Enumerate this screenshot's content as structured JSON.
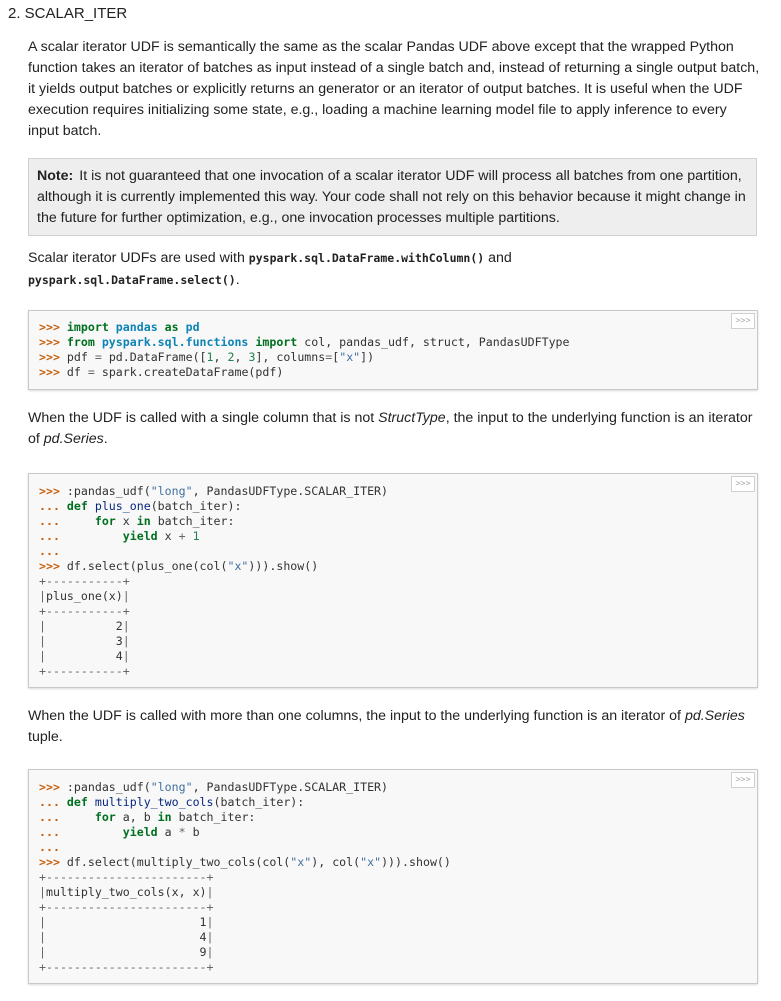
{
  "heading": "2. SCALAR_ITER",
  "intro_paragraph": "A scalar iterator UDF is semantically the same as the scalar Pandas UDF above except that the wrapped Python function takes an iterator of batches as input instead of a single batch and, instead of returning a single output batch, it yields output batches or explicitly returns an generator or an iterator of output batches. It is useful when the UDF execution requires initializing some state, e.g., loading a machine learning model file to apply inference to every input batch.",
  "note": {
    "label": "Note:",
    "text": "It is not guaranteed that one invocation of a scalar iterator UDF will process all batches from one partition, although it is currently implemented this way. Your code shall not rely on this behavior because it might change in the future for further optimization, e.g., one invocation processes multiple partitions."
  },
  "usage": {
    "prefix": "Scalar iterator UDFs are used with",
    "code1": "pyspark.sql.DataFrame.withColumn()",
    "joiner": "and",
    "code2": "pyspark.sql.DataFrame.select()",
    "suffix": "."
  },
  "copy_button_label": ">>>",
  "single_column": {
    "prefix": "When the UDF is called with a single column that is not",
    "type1": "StructType",
    "middle": ", the input to the underlying function is an iterator of",
    "type2": "pd.Series",
    "suffix": "."
  },
  "multi_column": {
    "prefix": "When the UDF is called with more than one columns, the input to the underlying function is an iterator of",
    "type1": "pd.Series",
    "suffix": "tuple."
  },
  "code_blocks": [
    [
      [
        [
          "p",
          ">>> "
        ],
        [
          "k",
          "import "
        ],
        [
          "n",
          "pandas "
        ],
        [
          "k",
          "as "
        ],
        [
          "n",
          "pd"
        ]
      ],
      [
        [
          "p",
          ">>> "
        ],
        [
          "k",
          "from "
        ],
        [
          "n",
          "pyspark.sql.functions "
        ],
        [
          "k",
          "import "
        ],
        [
          "t",
          "col, pandas_udf, struct, PandasUDFType"
        ]
      ],
      [
        [
          "p",
          ">>> "
        ],
        [
          "t",
          "pdf "
        ],
        [
          "o",
          "= "
        ],
        [
          "t",
          "pd.DataFrame(["
        ],
        [
          "num",
          "1"
        ],
        [
          "t",
          ", "
        ],
        [
          "num",
          "2"
        ],
        [
          "t",
          ", "
        ],
        [
          "num",
          "3"
        ],
        [
          "t",
          "], columns"
        ],
        [
          "o",
          "="
        ],
        [
          "t",
          "["
        ],
        [
          "s",
          "\"x\""
        ],
        [
          "t",
          "])"
        ]
      ],
      [
        [
          "p",
          ">>> "
        ],
        [
          "t",
          "df "
        ],
        [
          "o",
          "= "
        ],
        [
          "t",
          "spark.createDataFrame(pdf)"
        ]
      ]
    ],
    [
      [
        [
          "p",
          ">>> "
        ],
        [
          "t",
          ":pandas_udf("
        ],
        [
          "s",
          "\"long\""
        ],
        [
          "t",
          ", PandasUDFType.SCALAR_ITER)"
        ]
      ],
      [
        [
          "p",
          "... "
        ],
        [
          "k",
          "def "
        ],
        [
          "f",
          "plus_one"
        ],
        [
          "t",
          "(batch_iter):"
        ]
      ],
      [
        [
          "p",
          "...     "
        ],
        [
          "k",
          "for "
        ],
        [
          "t",
          "x "
        ],
        [
          "k",
          "in "
        ],
        [
          "t",
          "batch_iter:"
        ]
      ],
      [
        [
          "p",
          "...         "
        ],
        [
          "k",
          "yield "
        ],
        [
          "t",
          "x "
        ],
        [
          "o",
          "+ "
        ],
        [
          "num",
          "1"
        ]
      ],
      [
        [
          "p",
          "..."
        ]
      ],
      [
        [
          "p",
          ">>> "
        ],
        [
          "t",
          "df.select(plus_one(col("
        ],
        [
          "s",
          "\"x\""
        ],
        [
          "t",
          "))).show()"
        ]
      ],
      [
        [
          "o",
          "+-----------+"
        ]
      ],
      [
        [
          "o",
          "|"
        ],
        [
          "t",
          "plus_one(x)"
        ],
        [
          "o",
          "|"
        ]
      ],
      [
        [
          "o",
          "+-----------+"
        ]
      ],
      [
        [
          "o",
          "|          "
        ],
        [
          "t",
          "2"
        ],
        [
          "o",
          "|"
        ]
      ],
      [
        [
          "o",
          "|          "
        ],
        [
          "t",
          "3"
        ],
        [
          "o",
          "|"
        ]
      ],
      [
        [
          "o",
          "|          "
        ],
        [
          "t",
          "4"
        ],
        [
          "o",
          "|"
        ]
      ],
      [
        [
          "o",
          "+-----------+"
        ]
      ]
    ],
    [
      [
        [
          "p",
          ">>> "
        ],
        [
          "t",
          ":pandas_udf("
        ],
        [
          "s",
          "\"long\""
        ],
        [
          "t",
          ", PandasUDFType.SCALAR_ITER)"
        ]
      ],
      [
        [
          "p",
          "... "
        ],
        [
          "k",
          "def "
        ],
        [
          "f",
          "multiply_two_cols"
        ],
        [
          "t",
          "(batch_iter):"
        ]
      ],
      [
        [
          "p",
          "...     "
        ],
        [
          "k",
          "for "
        ],
        [
          "t",
          "a, b "
        ],
        [
          "k",
          "in "
        ],
        [
          "t",
          "batch_iter:"
        ]
      ],
      [
        [
          "p",
          "...         "
        ],
        [
          "k",
          "yield "
        ],
        [
          "t",
          "a "
        ],
        [
          "o",
          "* "
        ],
        [
          "t",
          "b"
        ]
      ],
      [
        [
          "p",
          "..."
        ]
      ],
      [
        [
          "p",
          ">>> "
        ],
        [
          "t",
          "df.select(multiply_two_cols(col("
        ],
        [
          "s",
          "\"x\""
        ],
        [
          "t",
          "), col("
        ],
        [
          "s",
          "\"x\""
        ],
        [
          "t",
          "))).show()"
        ]
      ],
      [
        [
          "o",
          "+-----------------------+"
        ]
      ],
      [
        [
          "o",
          "|"
        ],
        [
          "t",
          "multiply_two_cols(x, x)"
        ],
        [
          "o",
          "|"
        ]
      ],
      [
        [
          "o",
          "+-----------------------+"
        ]
      ],
      [
        [
          "o",
          "|                      "
        ],
        [
          "t",
          "1"
        ],
        [
          "o",
          "|"
        ]
      ],
      [
        [
          "o",
          "|                      "
        ],
        [
          "t",
          "4"
        ],
        [
          "o",
          "|"
        ]
      ],
      [
        [
          "o",
          "|                      "
        ],
        [
          "t",
          "9"
        ],
        [
          "o",
          "|"
        ]
      ],
      [
        [
          "o",
          "+-----------------------+"
        ]
      ]
    ]
  ]
}
